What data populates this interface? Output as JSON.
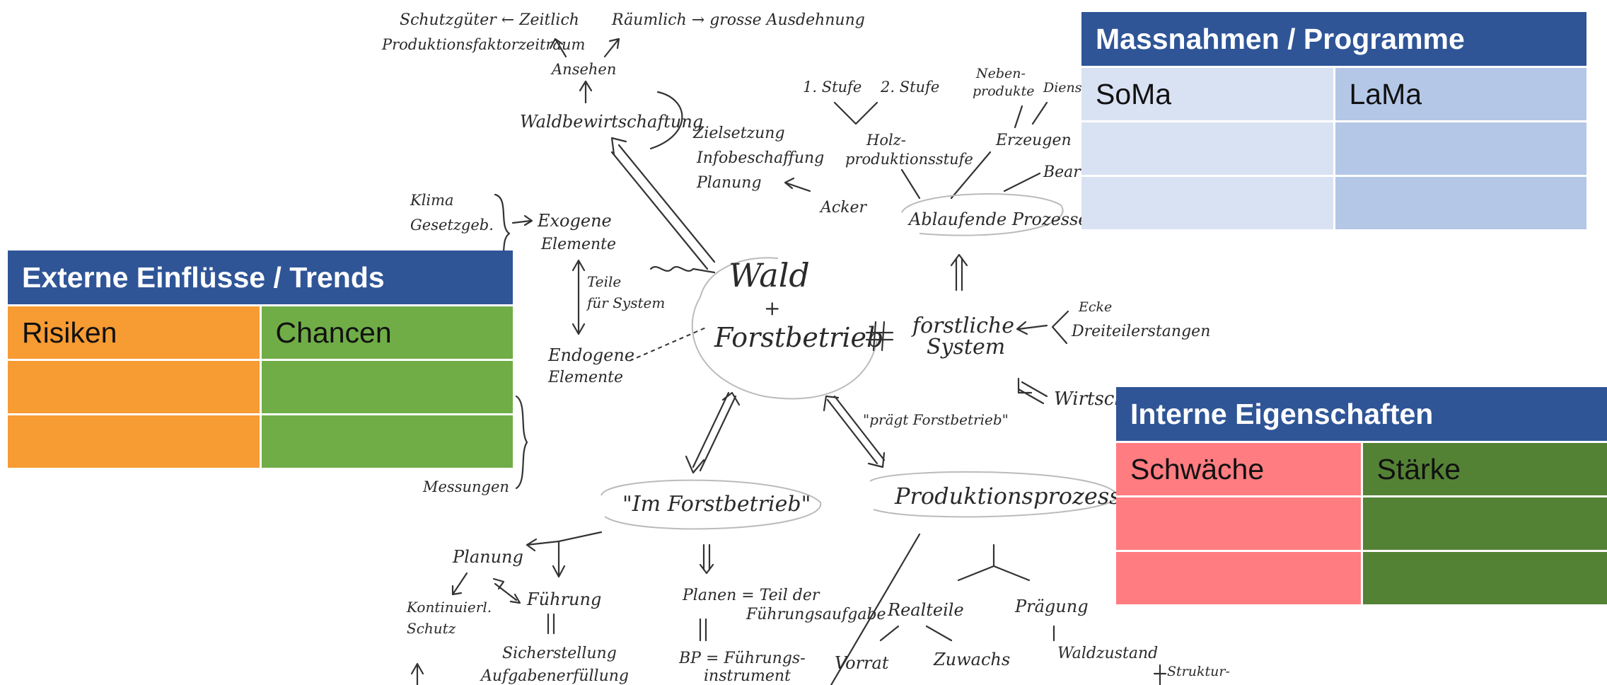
{
  "colors": {
    "header_blue": "#2f5597",
    "soma_light": "#d9e2f3",
    "lama_blue": "#b4c7e7",
    "risk_orange": "#f79b33",
    "chance_green": "#70ad47",
    "weakness_red": "#ff7c80",
    "strength_green": "#548235"
  },
  "massnahmen": {
    "title": "Massnahmen / Programme",
    "col1": "SoMa",
    "col2": "LaMa"
  },
  "externe": {
    "title": "Externe Einflüsse / Trends",
    "col1": "Risiken",
    "col2": "Chancen"
  },
  "interne": {
    "title": "Interne Eigenschaften",
    "col1": "Schwäche",
    "col2": "Stärke"
  },
  "sketch": {
    "center_1": "Wald",
    "center_plus": "+",
    "center_2": "Forstbetrieb",
    "waldbewirtschaftung": "Waldbewirtschaftung",
    "ansehen": "Ansehen",
    "top_left_1": "Schutzgüter ← Zeitlich",
    "top_left_2": "Produktionsfaktorzeitraum",
    "top_right": "Räumlich → grosse Ausdehnung",
    "exogene_1": "Exogene",
    "exogene_2": "Elemente",
    "klima_1": "Klima",
    "klima_2": "Gesetzgeb.",
    "teile_1": "Teile",
    "teile_2": "für System",
    "endogene_1": "Endogene",
    "endogene_2": "Elemente",
    "messungen": "Messungen",
    "zielsetzung_1": "Zielsetzung",
    "zielsetzung_2": "Infobeschaffung",
    "zielsetzung_3": "Planung",
    "stufe_1": "1. Stufe",
    "stufe_2": "2. Stufe",
    "nebenprodukte_1": "Neben-",
    "nebenprodukte_2": "produkte",
    "dienst": "Dienst-",
    "holz_1": "Holz-",
    "holz_2": "produktionsstufe",
    "erzeugen": "Erzeugen",
    "bear": "Bear",
    "ablaufende": "Ablaufende Prozesse",
    "acker": "Acker",
    "forstliche_1": "forstliche",
    "forstliche_2": "System",
    "ecke_1": "Ecke",
    "ecke_2": "Dreiteilerstangen",
    "wirtschaft": "Wirtsch",
    "prägt": "\"prägt Forstbetrieb\"",
    "im_forstbetrieb": "\"Im Forstbetrieb\"",
    "produktionsprozess": "Produktionsprozess",
    "planung": "Planung",
    "kontinuierlich_1": "Kontinuierl.",
    "kontinuierlich_2": "Schutz",
    "fuehrung": "Führung",
    "sicherstellung_1": "Sicherstellung",
    "sicherstellung_2": "Aufgabenerfüllung",
    "planen_1": "Planen = Teil der",
    "planen_2": "Führungsaufgabe",
    "bp_1": "BP = Führungs-",
    "bp_2": "instrument",
    "realteile": "Realteile",
    "prägung": "Prägung",
    "vorrat": "Vorrat",
    "zuwachs": "Zuwachs",
    "waldzustand": "Waldzustand",
    "struktur": "Struktur-"
  }
}
